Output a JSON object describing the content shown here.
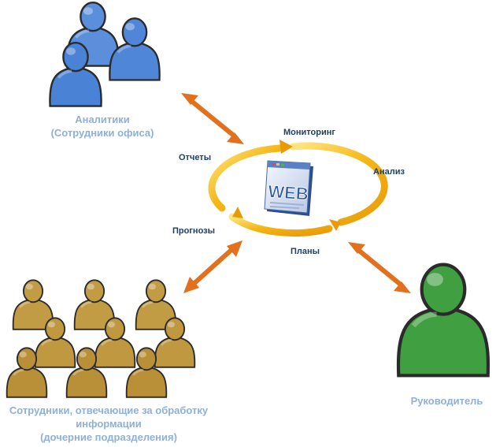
{
  "groups": {
    "analysts": {
      "line1": "Аналитики",
      "line2": "(Сотрудники офиса)"
    },
    "workers": {
      "line1": "Сотрудники, отвечающие за обработку",
      "line2": "информации",
      "line3": "(дочерние подразделения)"
    },
    "manager": {
      "line1": "Руководитель"
    }
  },
  "cycle": {
    "monitoring": "Мониторинг",
    "analysis": "Анализ",
    "plans": "Планы",
    "forecasts": "Прогнозы",
    "reports": "Отчеты"
  },
  "center": {
    "logo_text": "WEB"
  },
  "icons": [
    "person-group-icon",
    "web-window-icon",
    "double-arrow-icon",
    "cycle-ring-icon"
  ],
  "colors": {
    "analysts": "#4d86d8",
    "workers": "#b9923a",
    "manager": "#3c9a3e",
    "arrows": "#e2701c",
    "ring": "#f2b410",
    "group_label": "#8fb0d8",
    "process_label": "#1f3f6b"
  }
}
